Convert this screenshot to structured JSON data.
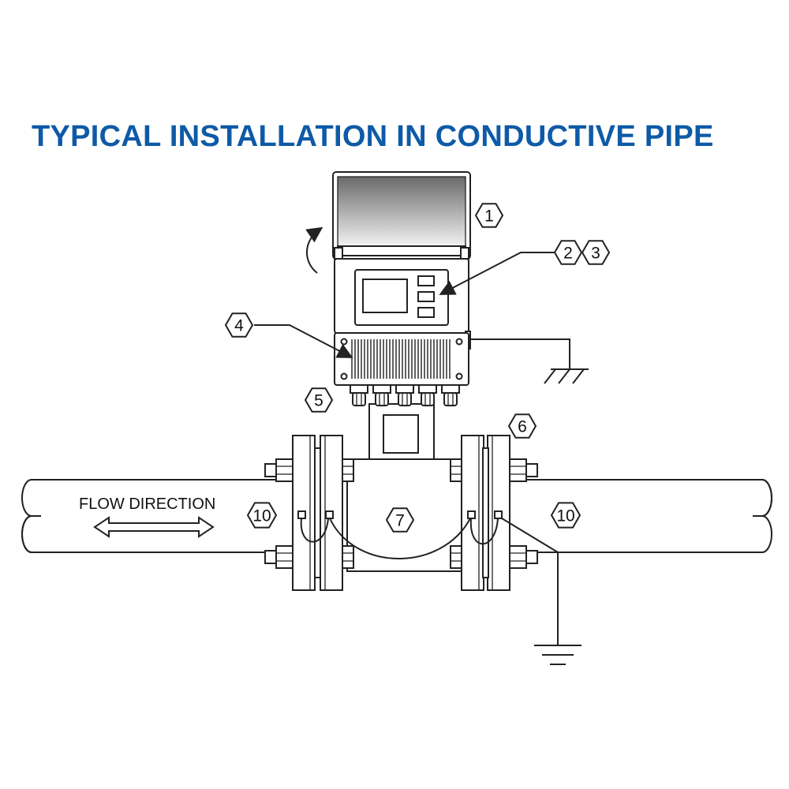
{
  "title": "TYPICAL INSTALLATION IN CONDUCTIVE PIPE",
  "colors": {
    "title": "#0e5aa7",
    "line": "#222222",
    "visor_top": "#6a6a6a",
    "visor_bottom": "#f2f2f2",
    "fins": "#3a3a3a"
  },
  "flow_label": "FLOW DIRECTION",
  "callouts": {
    "c1": "1",
    "c2": "2",
    "c3": "3",
    "c4": "4",
    "c5": "5",
    "c6": "6",
    "c7": "7",
    "c10_left": "10",
    "c10_right": "10"
  },
  "icons": {
    "ground_upper": "ground-symbol-icon",
    "ground_lower": "ground-symbol-icon",
    "rotate_arrow": "curved-arrow-icon",
    "flow_arrow": "double-arrow-icon"
  }
}
